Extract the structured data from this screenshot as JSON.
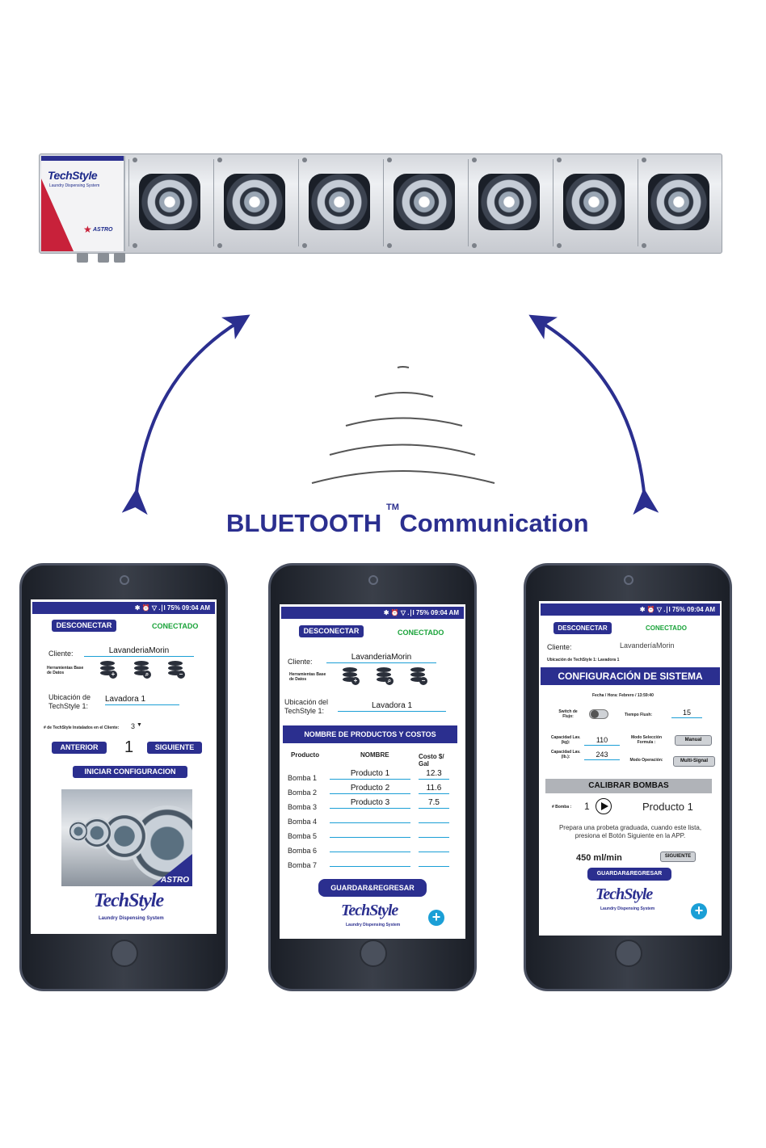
{
  "brand": {
    "logo": "TechStyle",
    "tagline": "Laundry Dispensing System",
    "astro": "ASTRO"
  },
  "headline": {
    "text": "BLUETOOTH",
    "tm": "TM",
    "rest": "Communication"
  },
  "status_bar": "✱ ⏰ ▽ .∣l 75% 09:04 AM",
  "phone1": {
    "disconnect": "DESCONECTAR",
    "connected": "CONECTADO",
    "client_label": "Cliente:",
    "client_value": "LavanderiaMorin",
    "tools_label": "Herramientas Base de Datos",
    "location_label": "Ubicación de TechStyle 1:",
    "location_value": "Lavadora 1",
    "installed_label": "# de TechStyle Instalados en el Cliente:",
    "installed_value": "3",
    "prev": "ANTERIOR",
    "index": "1",
    "next": "SIGUIENTE",
    "start": "INICIAR CONFIGURACION"
  },
  "phone2": {
    "disconnect": "DESCONECTAR",
    "connected": "CONECTADO",
    "client_label": "Cliente:",
    "client_value": "LavanderiaMorin",
    "tools_label": "Herramientas Base de Datos",
    "location_label": "Ubicación del TechStyle 1:",
    "location_value": "Lavadora 1",
    "section": "NOMBRE DE PRODUCTOS Y COSTOS",
    "col_product": "Producto",
    "col_name": "NOMBRE",
    "col_cost": "Costo $/ Gal",
    "rows": [
      {
        "pump": "Bomba 1",
        "name": "Producto 1",
        "cost": "12.3"
      },
      {
        "pump": "Bomba 2",
        "name": "Producto 2",
        "cost": "11.6"
      },
      {
        "pump": "Bomba 3",
        "name": "Producto 3",
        "cost": "7.5"
      },
      {
        "pump": "Bomba 4",
        "name": "",
        "cost": ""
      },
      {
        "pump": "Bomba 5",
        "name": "",
        "cost": ""
      },
      {
        "pump": "Bomba 6",
        "name": "",
        "cost": ""
      },
      {
        "pump": "Bomba 7",
        "name": "",
        "cost": ""
      }
    ],
    "save": "GUARDAR&REGRESAR"
  },
  "phone3": {
    "disconnect": "DESCONECTAR",
    "connected": "CONECTADO",
    "client_label": "Cliente:",
    "client_value": "LavanderíaMorin",
    "location_line": "Ubicación de TechStyle 1: Lavadora 1",
    "section": "CONFIGURACIÓN DE SISTEMA",
    "datetime": "Fecha / Hora: Febrero / 13:59:40",
    "flow_switch_label": "Switch de Flujo:",
    "flush_time_label": "Tiempo Flush:",
    "flush_time_value": "15",
    "capacity_kg_label": "Capacidad Lav.(kg):",
    "capacity_kg_value": "110",
    "capacity_lb_label": "Capacidad Lav.(lb.):",
    "capacity_lb_value": "243",
    "formula_mode_label": "Modo Selección Formula :",
    "formula_mode_value": "Manual",
    "operation_mode_label": "Modo Operación:",
    "operation_mode_value": "Multi-Signal",
    "calibrate": "CALIBRAR BOMBAS",
    "pump_label": "# Bomba :",
    "pump_value": "1",
    "product": "Producto 1",
    "instructions": "Prepara una probeta graduada, cuando este lista, presiona el Botón Siguiente en la APP.",
    "rate": "450 ml/min",
    "next": "SIGUIENTE",
    "save": "GUARDAR&REGRESAR"
  },
  "colors": {
    "brand_blue": "#2b2f8f",
    "connected_green": "#1aa33a",
    "accent_cyan": "#1b9fd6"
  }
}
